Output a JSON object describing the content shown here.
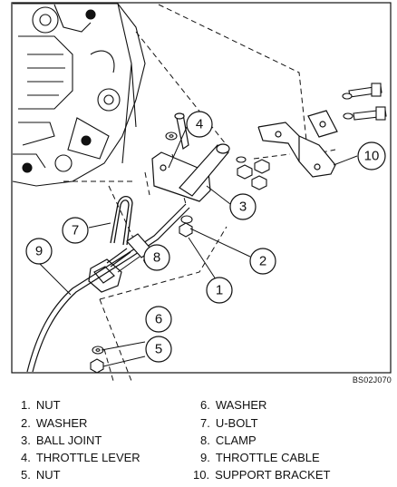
{
  "figure_code": "BS02J070",
  "callouts": [
    "1",
    "2",
    "3",
    "4",
    "5",
    "6",
    "7",
    "8",
    "9",
    "10"
  ],
  "legend": {
    "left": [
      {
        "num": "1.",
        "label": "NUT"
      },
      {
        "num": "2.",
        "label": "WASHER"
      },
      {
        "num": "3.",
        "label": "BALL JOINT"
      },
      {
        "num": "4.",
        "label": "THROTTLE LEVER"
      },
      {
        "num": "5.",
        "label": "NUT"
      }
    ],
    "right": [
      {
        "num": "6.",
        "label": "WASHER"
      },
      {
        "num": "7.",
        "label": "U-BOLT"
      },
      {
        "num": "8.",
        "label": "CLAMP"
      },
      {
        "num": "9.",
        "label": "THROTTLE CABLE"
      },
      {
        "num": "10.",
        "label": "SUPPORT BRACKET"
      }
    ]
  }
}
